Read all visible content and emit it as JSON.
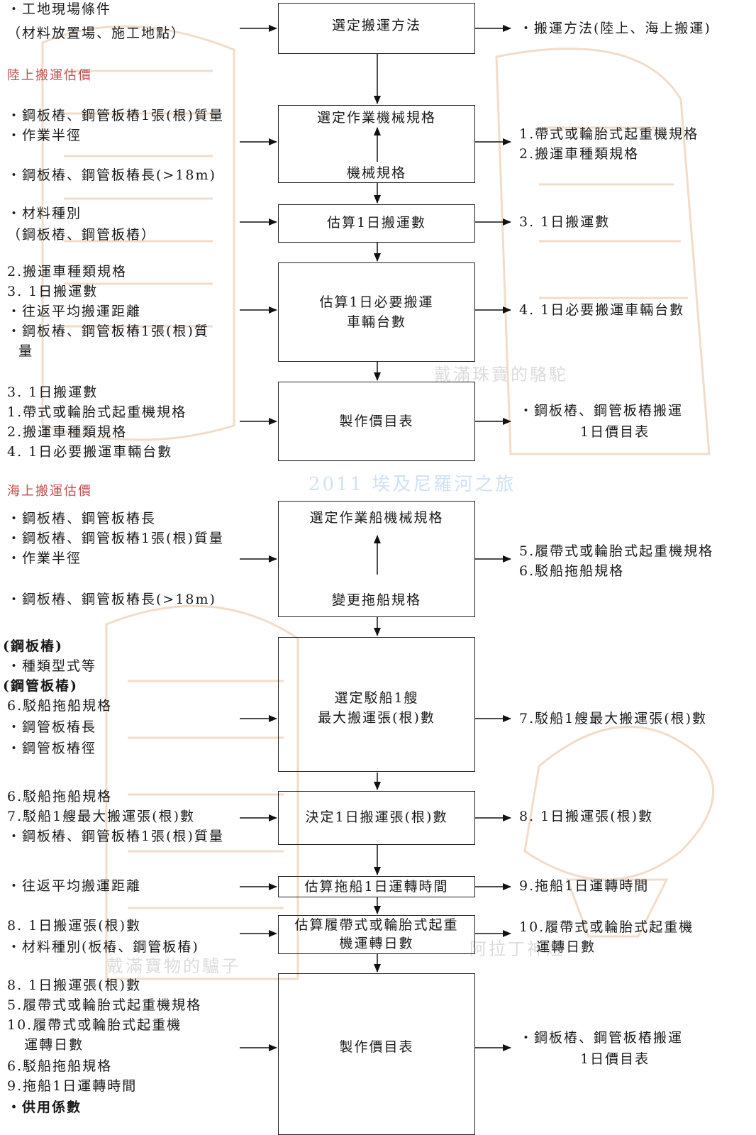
{
  "land_header": "陸上搬運估價",
  "sea_header": "海上搬運估價",
  "watermarks": {
    "top": "戴滿珠寶的駱駝",
    "middle": "2011 埃及尼羅河之旅",
    "bottom_left": "戴滿寶物的驢子",
    "bottom_right": "阿拉丁神燈"
  },
  "land": {
    "step1": {
      "inputs": [
        "・工地現場條件",
        "（材料放置場、施工地點）"
      ],
      "box": "選定搬運方法",
      "outputs": [
        "・搬運方法(陸上、海上搬運)"
      ]
    },
    "step2": {
      "inputs": [
        "・鋼板樁、鋼管板樁1張(根)質量",
        "・作業半徑",
        "・鋼板樁、鋼管板樁長(>18m)"
      ],
      "box_top": "選定作業機械規格",
      "box_bottom": "機械規格",
      "outputs": [
        "1.帶式或輪胎式起重機規格",
        "2.搬運車種類規格"
      ]
    },
    "step3": {
      "inputs": [
        "・材料種別",
        "（鋼板樁、鋼管板樁）"
      ],
      "box": "估算1日搬運數",
      "outputs": [
        "3. 1日搬運數"
      ]
    },
    "step4": {
      "inputs": [
        "2.搬運車種類規格",
        "3. 1日搬運數",
        "・往返平均搬運距離",
        "・鋼板樁、鋼管板樁1張(根)質",
        "  量"
      ],
      "box": [
        "估算1日必要搬運",
        "車輛台數"
      ],
      "outputs": [
        "4. 1日必要搬運車輛台數"
      ]
    },
    "step5": {
      "inputs": [
        "3. 1日搬運數",
        "1.帶式或輪胎式起重機規格",
        "2.搬運車種類規格",
        "4. 1日必要搬運車輛台數"
      ],
      "box": "製作價目表",
      "outputs": [
        "・鋼板樁、鋼管板樁搬運",
        "1日價目表"
      ]
    }
  },
  "sea": {
    "step1": {
      "inputs": [
        "・鋼板樁、鋼管板樁長",
        "・鋼板樁、鋼管板樁1張(根)質量",
        "・作業半徑",
        "・鋼板樁、鋼管板樁長(>18m)"
      ],
      "box_top": "選定作業船機械規格",
      "box_bottom": "變更拖船規格",
      "outputs": [
        "5.履帶式或輪胎式起重機規格",
        "6.駁船拖船規格"
      ]
    },
    "step2": {
      "inputs": [
        "(鋼板樁)",
        "・種類型式等",
        "(鋼管板樁)",
        "6.駁船拖船規格",
        "・鋼管板樁長",
        "・鋼管板樁徑"
      ],
      "box": [
        "選定駁船1艘",
        "最大搬運張(根)數"
      ],
      "outputs": [
        "7.駁船1艘最大搬運張(根)數"
      ]
    },
    "step3": {
      "inputs": [
        "6.駁船拖船規格",
        "7.駁船1艘最大搬運張(根)數",
        "・鋼板樁、鋼管板樁1張(根)質量"
      ],
      "box": "決定1日搬運張(根)數",
      "outputs": [
        "8. 1日搬運張(根)數"
      ]
    },
    "step4": {
      "inputs": [
        "・往返平均搬運距離"
      ],
      "box": "估算拖船1日運轉時間",
      "outputs": [
        "9.拖船1日運轉時間"
      ]
    },
    "step5": {
      "inputs": [
        "8. 1日搬運張(根)數",
        "・材料種別(板樁、鋼管板樁)"
      ],
      "box": [
        "估算履帶式或輪胎式起重",
        "機運轉日數"
      ],
      "outputs": [
        "10.履帶式或輪胎式起重機",
        "   運轉日數"
      ]
    },
    "step6": {
      "inputs": [
        "8. 1日搬運張(根)數",
        "5.履帶式或輪胎式起重機規格",
        "10.履帶式或輪胎式起重機",
        "   運轉日數",
        "6.駁船拖船規格",
        "9.拖船1日運轉時間",
        "・供用係數"
      ],
      "box": "製作價目表",
      "outputs": [
        "・鋼板樁、鋼管板樁搬運",
        "1日價目表"
      ]
    }
  }
}
